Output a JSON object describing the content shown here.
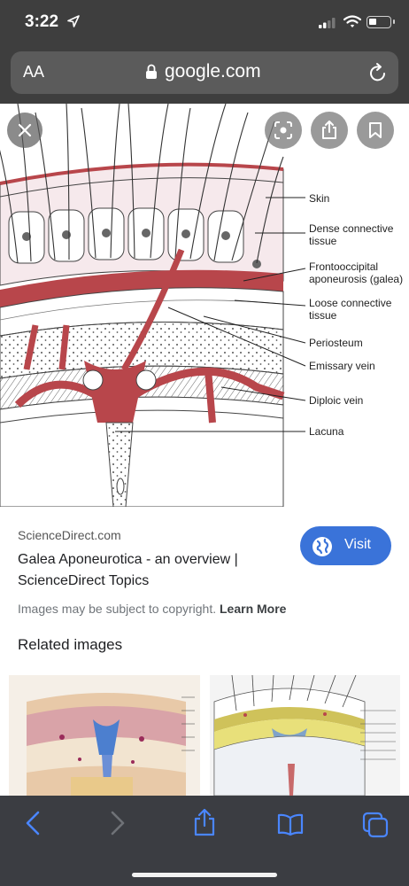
{
  "status_bar": {
    "time": "3:22"
  },
  "url_bar": {
    "text_size_label": "AA",
    "domain": "google.com"
  },
  "figure": {
    "labels": {
      "skin": "Skin",
      "dense_1": "Dense connective",
      "dense_2": "tissue",
      "fronto_1": "Frontooccipital",
      "fronto_2": "aponeurosis (galea)",
      "loose_1": "Loose connective",
      "loose_2": "tissue",
      "periosteum": "Periosteum",
      "emissary": "Emissary vein",
      "diploic": "Diploic vein",
      "lacuna": "Lacuna"
    }
  },
  "result": {
    "source": "ScienceDirect.com",
    "title_line1": "Galea Aponeurotica - an overview |",
    "title_line2": "ScienceDirect Topics",
    "visit_label": "Visit",
    "copyright_text": "Images may be subject to copyright.",
    "learn_more": "Learn More",
    "related_heading": "Related images"
  },
  "colors": {
    "accent": "#3a73d9",
    "vein": "#b8464b",
    "chrome": "#3e3e3e"
  }
}
